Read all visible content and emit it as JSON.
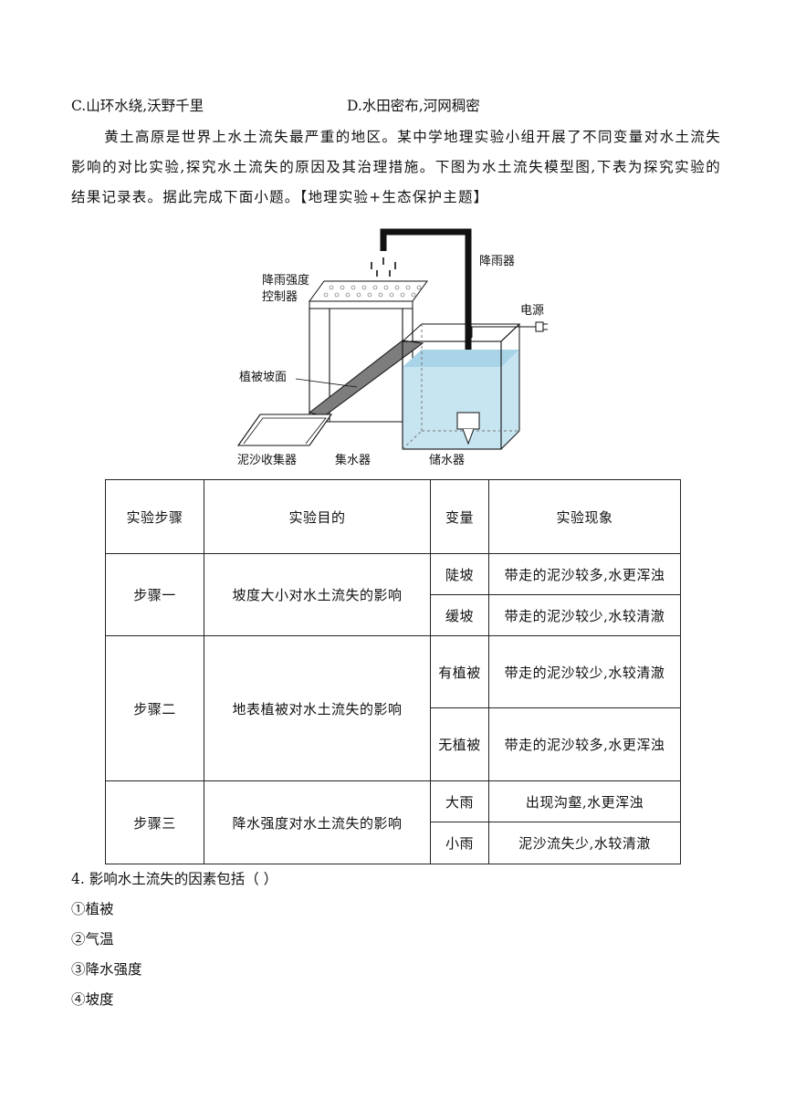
{
  "options_row": {
    "c": "C.山环水绕,沃野千里",
    "d": "D.水田密布,河网稠密"
  },
  "intro": "黄土高原是世界上水土流失最严重的地区。某中学地理实验小组开展了不同变量对水土流失影响的对比实验,探究水土流失的原因及其治理措施。下图为水土流失模型图,下表为探究实验的结果记录表。据此完成下面小题。【地理实验+生态保护主题】",
  "figure": {
    "rain_controller_1": "降雨强度",
    "rain_controller_2": "控制器",
    "rain_device": "降雨器",
    "power": "电源",
    "slope": "植被坡面",
    "sediment_collector": "泥沙收集器",
    "water_collector": "集水器",
    "reservoir": "储水器"
  },
  "table": {
    "headers": [
      "实验步骤",
      "实验目的",
      "变量",
      "实验现象"
    ],
    "steps": [
      {
        "step": "步骤一",
        "purpose": "坡度大小对水土流失的影响",
        "rows": [
          {
            "var": "陡坡",
            "result": "带走的泥沙较多,水更浑浊"
          },
          {
            "var": "缓坡",
            "result": "带走的泥沙较少,水较清澈"
          }
        ]
      },
      {
        "step": "步骤二",
        "purpose": "地表植被对水土流失的影响",
        "rows": [
          {
            "var": "有植被",
            "result": "带走的泥沙较少,水较清澈"
          },
          {
            "var": "无植被",
            "result": "带走的泥沙较多,水更浑浊"
          }
        ]
      },
      {
        "step": "步骤三",
        "purpose": "降水强度对水土流失的影响",
        "rows": [
          {
            "var": "大雨",
            "result": "出现沟壑,水更浑浊"
          },
          {
            "var": "小雨",
            "result": "泥沙流失少,水较清澈"
          }
        ]
      }
    ]
  },
  "question": {
    "stem": "4. 影响水土流失的因素包括（    ）",
    "options": [
      "①植被",
      "②气温",
      "③降水强度",
      "④坡度"
    ]
  }
}
